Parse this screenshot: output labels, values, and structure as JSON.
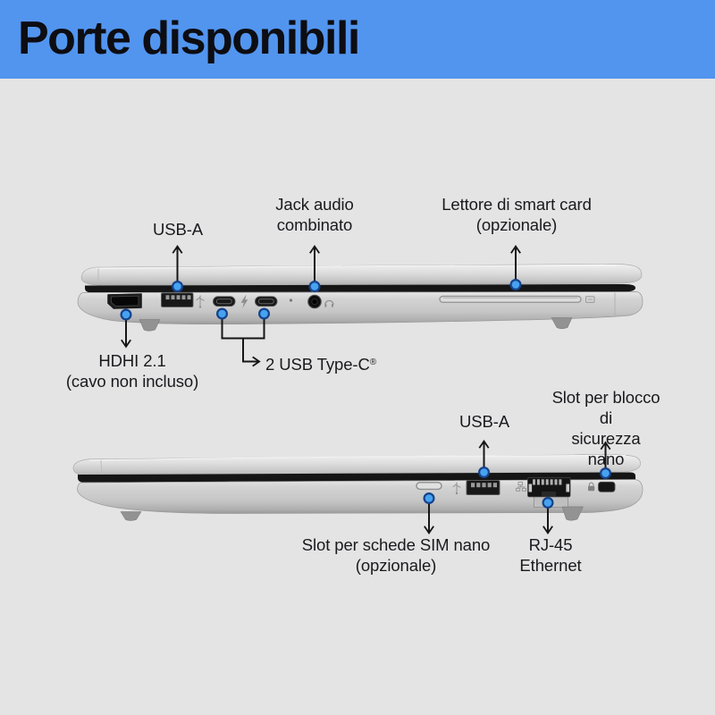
{
  "header": {
    "title": "Porte disponibili"
  },
  "colors": {
    "header_bg": "#5295EF",
    "page_bg": "#E4E4E4",
    "text": "#1A1A1E",
    "title_text": "#0D0D12",
    "marker_fill": "#47A2EF",
    "marker_border": "#15428C",
    "arrow": "#161616",
    "laptop_body": "#CFCFCF",
    "port_dark": "#161616"
  },
  "top_view": {
    "description": "laptop left side view",
    "labels": {
      "usb_a": "USB-A",
      "audio_jack": "Jack audio\ncombinato",
      "smart_card": "Lettore di smart card\n(opzionale)",
      "hdmi": "HDHI 2.1\n(cavo non incluso)",
      "usb_c": "2 USB Type-C",
      "usb_c_reg": "®"
    }
  },
  "bottom_view": {
    "description": "laptop right side view",
    "labels": {
      "usb_a": "USB-A",
      "security_slot": "Slot per blocco di\nsicurezza nano",
      "sim_slot": "Slot per schede SIM nano\n(opzionale)",
      "rj45": "RJ-45\nEthernet"
    }
  }
}
